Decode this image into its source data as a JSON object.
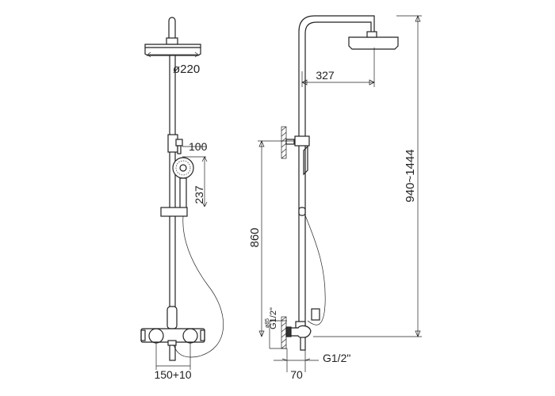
{
  "front_view": {
    "head_diameter": "ø220",
    "handshower_diameter": "100",
    "handshower_height": "237",
    "inlet_spacing": "150+10"
  },
  "side_view": {
    "arm_reach": "327",
    "total_height": "940~1444",
    "mixer_height": "860",
    "wall_inlet": "G1/2\"",
    "wall_inlet_diameter": "ø85",
    "outlet_thread": "G1/2\"",
    "wall_offset": "70"
  }
}
